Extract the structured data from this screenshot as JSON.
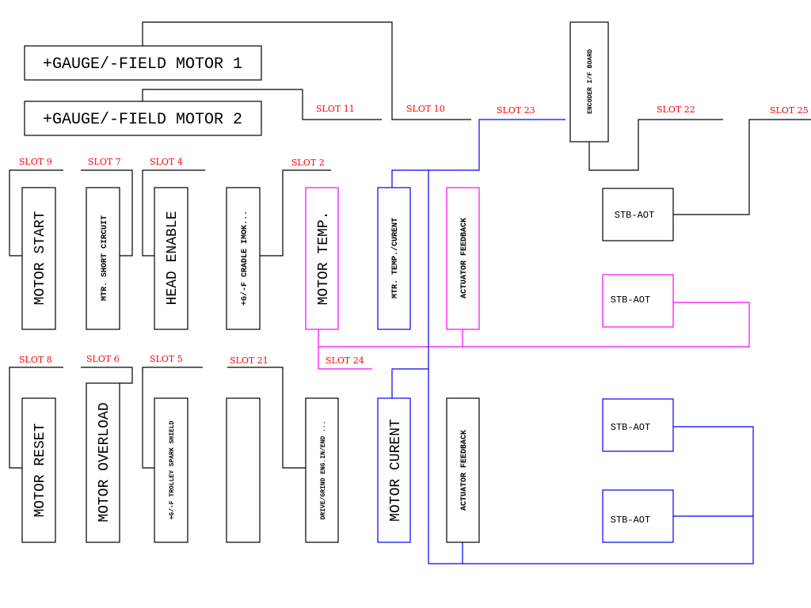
{
  "diagram": {
    "colors": {
      "black": "#000000",
      "magenta": "#ff00ff",
      "blue": "#0000ff",
      "slot_label": "#ff0000"
    },
    "top_boxes": {
      "motor1": "+GAUGE/-FIELD MOTOR 1",
      "motor2": "+GAUGE/-FIELD MOTOR 2",
      "encoder": "ENCODER I/F BOARD"
    },
    "slots": {
      "slot9": "SLOT 9",
      "slot7": "SLOT 7",
      "slot4": "SLOT 4",
      "slot2": "SLOT 2",
      "slot11": "SLOT 11",
      "slot10": "SLOT 10",
      "slot23": "SLOT 23",
      "slot22": "SLOT 22",
      "slot25": "SLOT 25",
      "slot8": "SLOT 8",
      "slot6": "SLOT 6",
      "slot5": "SLOT 5",
      "slot21": "SLOT 21",
      "slot24": "SLOT 24"
    },
    "modules": {
      "motor_start": "MOTOR START",
      "mtr_short_circuit": "MTR.  SHORT  CIRCUIT",
      "head_enable": "HEAD  ENABLE",
      "cradle_imok": "+G/-F  CRADLE  IMOK...",
      "motor_temp": "MOTOR  TEMP.",
      "mtr_temp_curent": "MTR.  TEMP./CURENT",
      "actuator_feedback_1": "ACTUATOR FEEDBACK",
      "motor_reset": "MOTOR  RESET",
      "motor_overload": "MOTOR OVERLOAD",
      "trolley_spark_shield": "+G/-F TROLLEY SPARK SHIELD",
      "blank": "",
      "drive_grind": "DRIVE/GRIND ENG.IN/END ...",
      "motor_curent": "MOTOR CURENT",
      "actuator_feedback_2": "ACTUATOR FEEDBACK"
    },
    "stb_aot": [
      "STB-AOT",
      "STB-AOT",
      "STB-AOT",
      "STB-AOT"
    ]
  }
}
